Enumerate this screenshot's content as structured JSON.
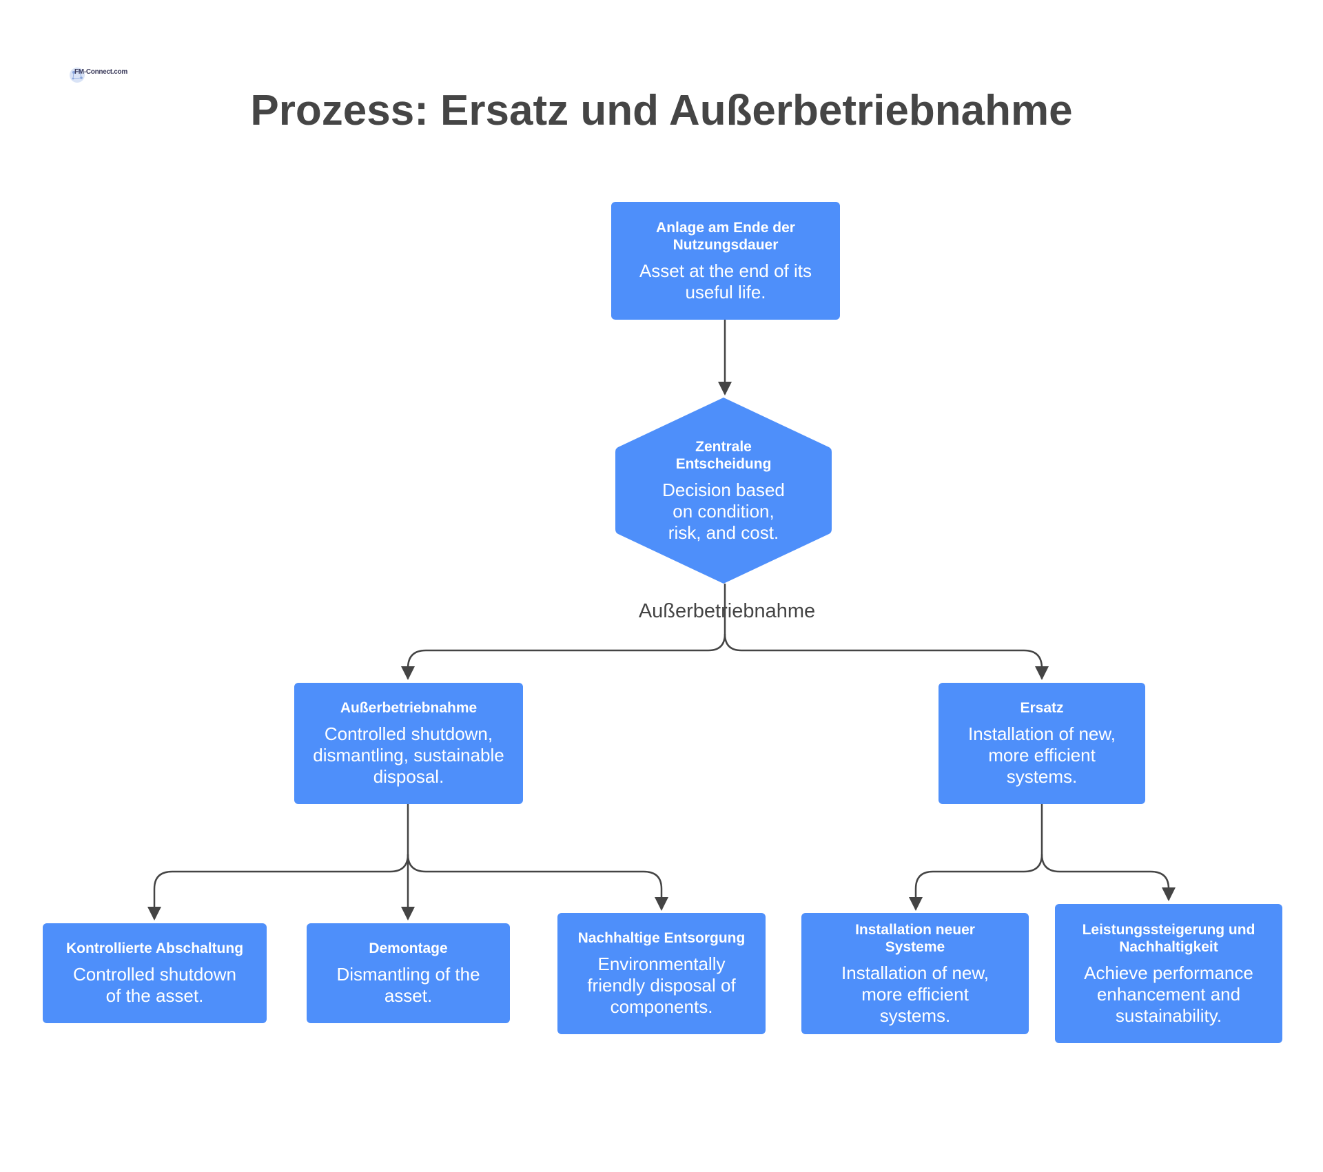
{
  "logo": {
    "text": "FM-Connect.com"
  },
  "title": "Prozess: Ersatz und Außerbetriebnahme",
  "nodes": {
    "start": {
      "title": "Anlage am Ende der Nutzungsdauer",
      "desc": "Asset at the end of its useful life."
    },
    "decision": {
      "title": "Zentrale Entscheidung",
      "desc": "Decision based on condition, risk, and cost."
    },
    "decommission": {
      "title": "Außerbetriebnahme",
      "desc": "Controlled shutdown, dismantling, sustainable disposal."
    },
    "replacement": {
      "title": "Ersatz",
      "desc": "Installation of new, more efficient systems."
    },
    "shutdown": {
      "title": "Kontrollierte Abschaltung",
      "desc": "Controlled shutdown of the asset."
    },
    "dismantling": {
      "title": "Demontage",
      "desc": "Dismantling of the asset."
    },
    "disposal": {
      "title": "Nachhaltige Entsorgung",
      "desc": "Environmentally friendly disposal of components."
    },
    "installation": {
      "title": "Installation neuer Systeme",
      "desc": "Installation of new, more efficient systems."
    },
    "performance": {
      "title": "Leistungssteigerung und Nachhaltigkeit",
      "desc": "Achieve performance enhancement and sustainability."
    }
  },
  "edge_labels": {
    "decision_branch": "Außerbetriebnahme"
  },
  "colors": {
    "node_fill": "#4e8ffa",
    "node_text": "#ffffff",
    "connector": "#444444",
    "title_text": "#454545"
  }
}
